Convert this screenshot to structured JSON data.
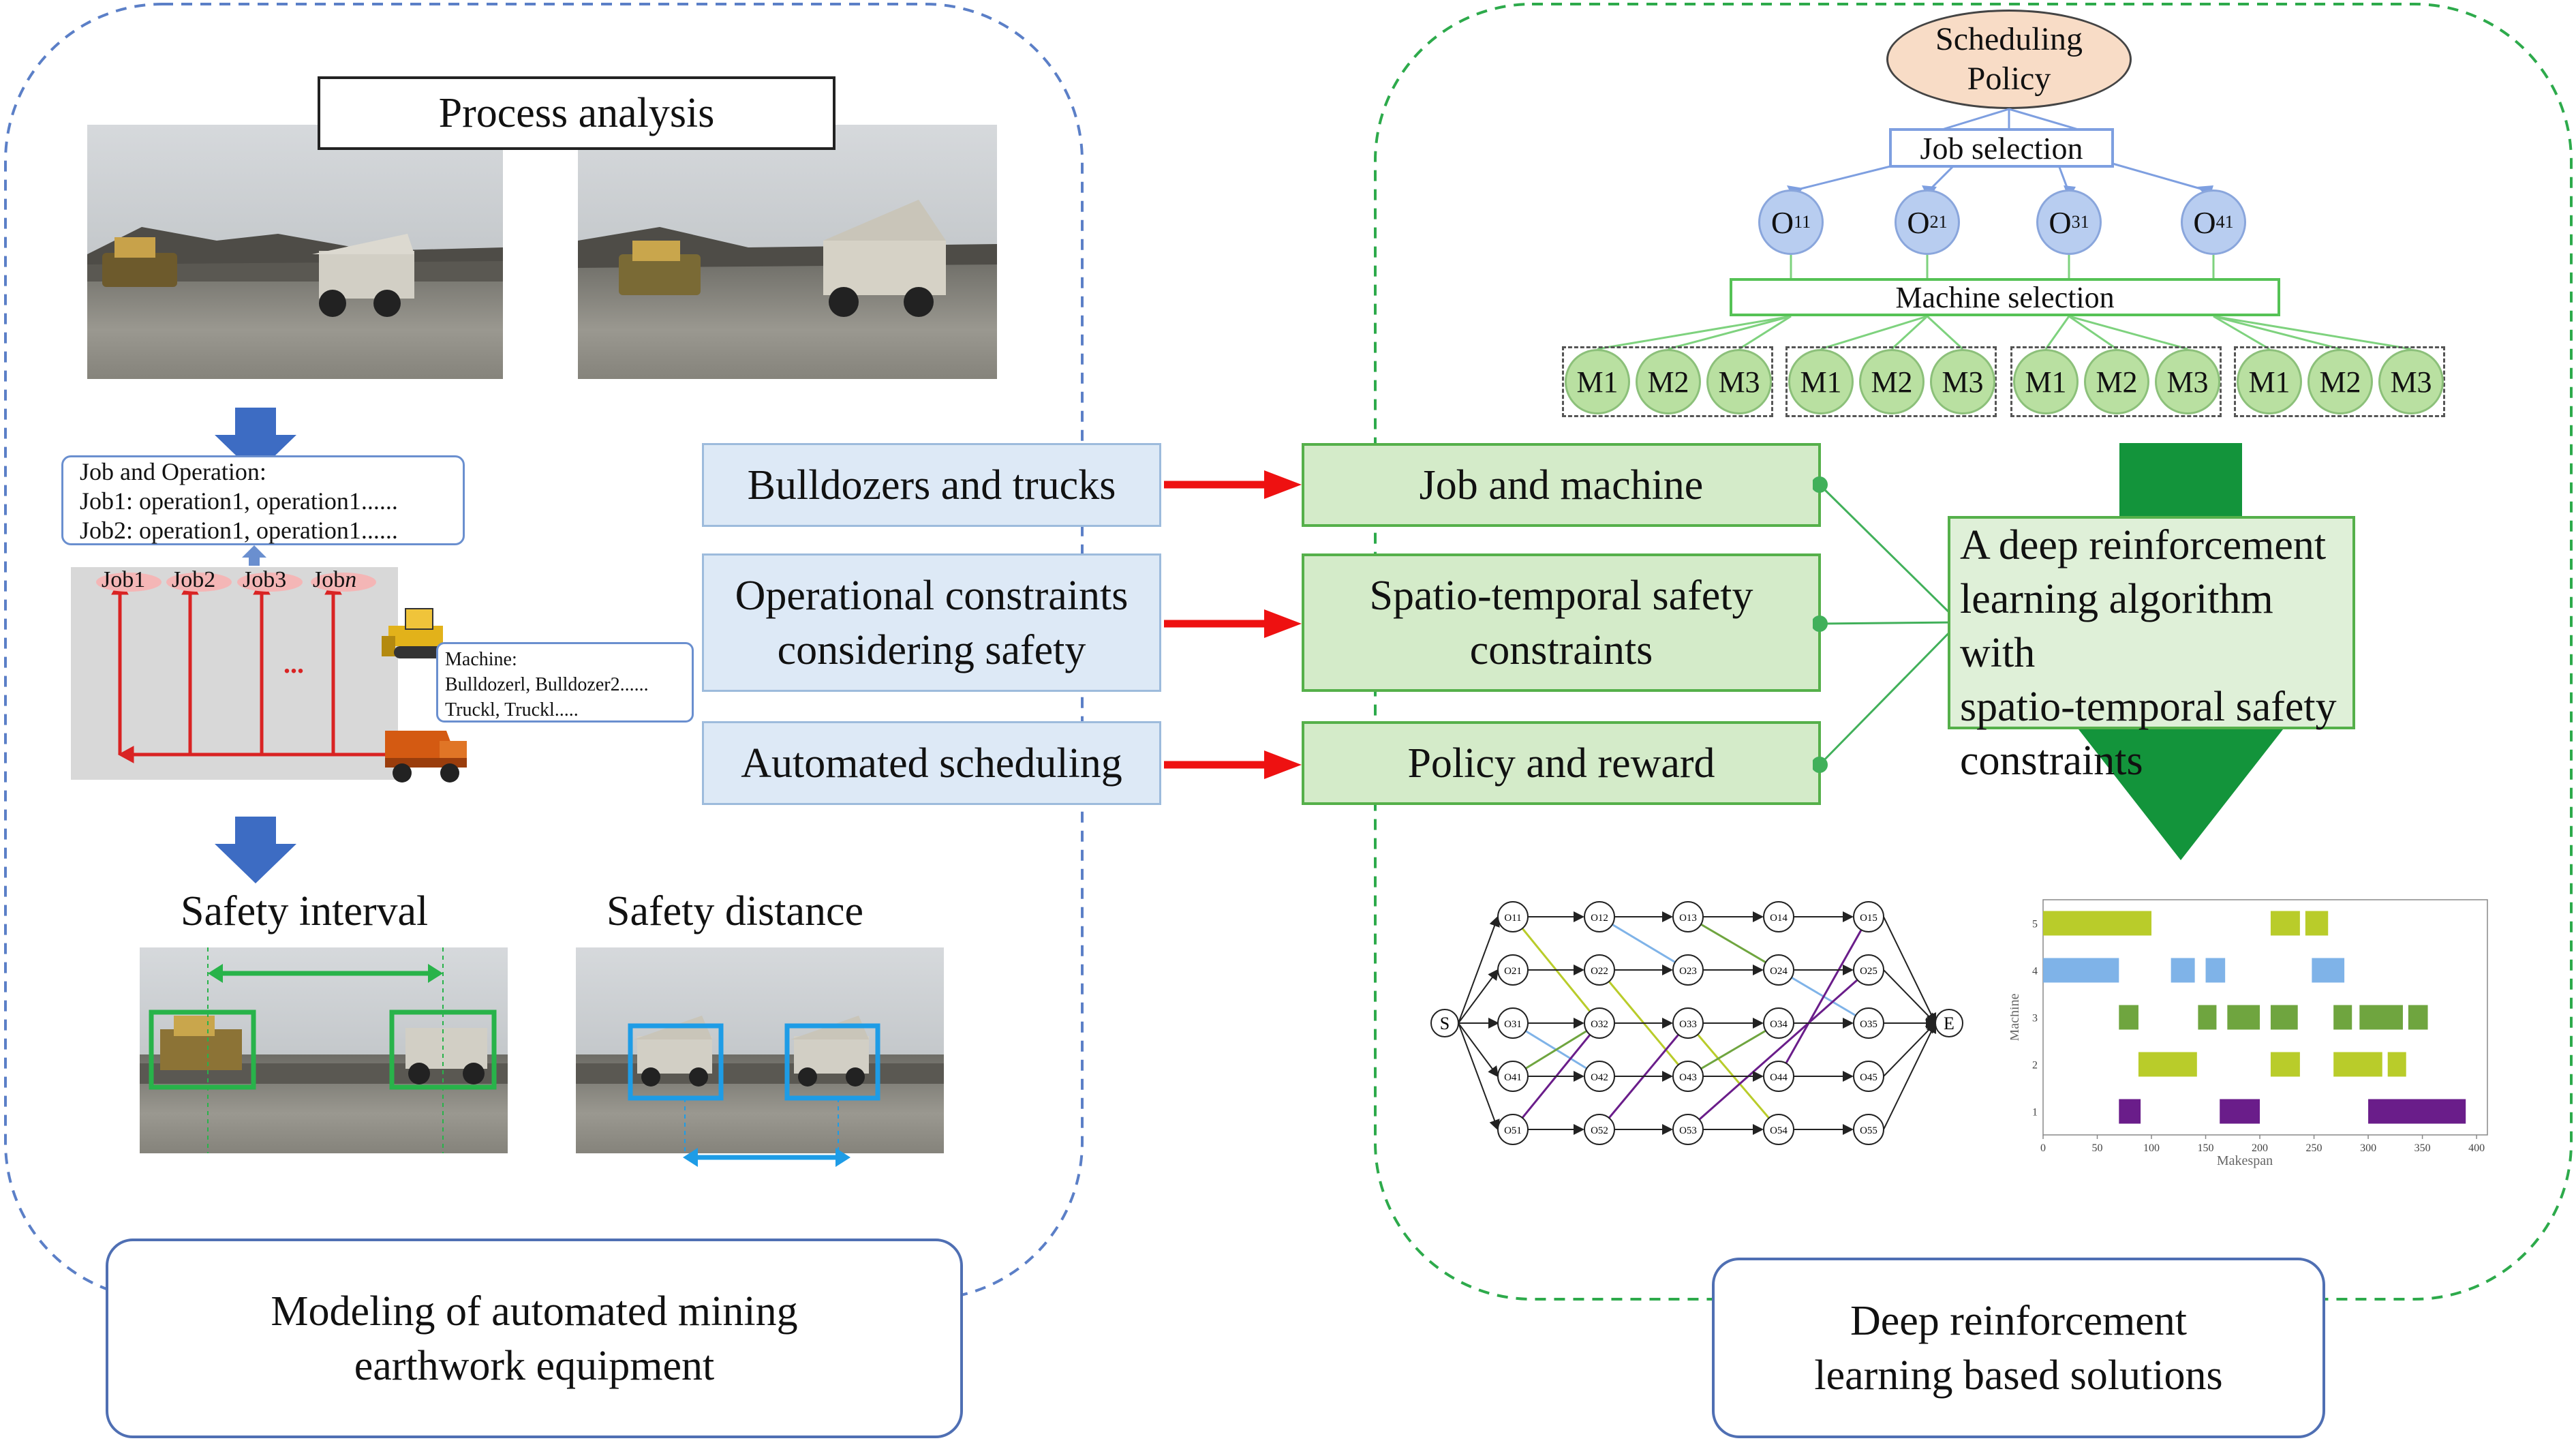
{
  "left_panel": {
    "process_analysis": "Process analysis",
    "job_operation": {
      "title": "Job and Operation:",
      "line1": "Job1: operation1, operation1......",
      "line2": "Job2: operation1, operation1......"
    },
    "job_labels": [
      "Job1",
      "Job2",
      "Job3",
      "Job"
    ],
    "job_n": "n",
    "ellipsis": "...",
    "machine": {
      "title": "Machine:",
      "line1": "Bulldozerl, Bulldozer2......",
      "line2": "Truckl, Truckl....."
    },
    "safety_interval": "Safety interval",
    "safety_distance": "Safety distance",
    "footer_line1": "Modeling of automated mining",
    "footer_line2": "earthwork equipment"
  },
  "middle": {
    "blue_boxes": [
      {
        "line1": "Bulldozers and trucks",
        "line2": ""
      },
      {
        "line1": "Operational constraints",
        "line2": "considering safety"
      },
      {
        "line1": "Automated scheduling",
        "line2": ""
      }
    ],
    "green_boxes": [
      {
        "line1": "Job and machine",
        "line2": ""
      },
      {
        "line1": "Spatio-temporal safety",
        "line2": "constraints"
      },
      {
        "line1": "Policy and reward",
        "line2": ""
      }
    ]
  },
  "right_panel": {
    "policy_line1": "Scheduling",
    "policy_line2": "Policy",
    "job_selection": "Job selection",
    "operations": [
      {
        "base": "O",
        "sub": "11"
      },
      {
        "base": "O",
        "sub": "21"
      },
      {
        "base": "O",
        "sub": "31"
      },
      {
        "base": "O",
        "sub": "41"
      }
    ],
    "machine_selection": "Machine selection",
    "machines": [
      "M1",
      "M2",
      "M3"
    ],
    "drl_lines": [
      "A deep reinforcement",
      "learning algorithm with",
      "spatio-temporal safety",
      "constraints"
    ],
    "footer_line1": "Deep reinforcement",
    "footer_line2": "learning based solutions"
  },
  "graph": {
    "start": "S",
    "end": "E",
    "rows": [
      [
        "O11",
        "O12",
        "O13",
        "O14",
        "O15"
      ],
      [
        "O21",
        "O22",
        "O23",
        "O24",
        "O25"
      ],
      [
        "O31",
        "O32",
        "O33",
        "O34",
        "O35"
      ],
      [
        "O41",
        "O42",
        "O43",
        "O44",
        "O45"
      ],
      [
        "O51",
        "O52",
        "O53",
        "O54",
        "O55"
      ]
    ]
  },
  "gantt": {
    "ylabel": "Machine",
    "xlabel": "Makespan",
    "yticks": [
      "5",
      "4",
      "3",
      "2",
      "1"
    ],
    "xticks": [
      "0",
      "50",
      "100",
      "150",
      "200",
      "250",
      "300",
      "350",
      "400"
    ],
    "xlim": [
      0,
      410
    ],
    "bars": [
      {
        "machine": 5,
        "start": 0,
        "end": 100,
        "color": "#b9cc2a"
      },
      {
        "machine": 5,
        "start": 210,
        "end": 237,
        "color": "#b9cc2a"
      },
      {
        "machine": 5,
        "start": 242,
        "end": 263,
        "color": "#b9cc2a"
      },
      {
        "machine": 4,
        "start": 0,
        "end": 70,
        "color": "#7fb3e8"
      },
      {
        "machine": 4,
        "start": 118,
        "end": 140,
        "color": "#7fb3e8"
      },
      {
        "machine": 4,
        "start": 150,
        "end": 168,
        "color": "#7fb3e8"
      },
      {
        "machine": 4,
        "start": 248,
        "end": 278,
        "color": "#7fb3e8"
      },
      {
        "machine": 3,
        "start": 70,
        "end": 88,
        "color": "#6fa53f"
      },
      {
        "machine": 3,
        "start": 143,
        "end": 160,
        "color": "#6fa53f"
      },
      {
        "machine": 3,
        "start": 170,
        "end": 200,
        "color": "#6fa53f"
      },
      {
        "machine": 3,
        "start": 210,
        "end": 235,
        "color": "#6fa53f"
      },
      {
        "machine": 3,
        "start": 268,
        "end": 285,
        "color": "#6fa53f"
      },
      {
        "machine": 3,
        "start": 292,
        "end": 332,
        "color": "#6fa53f"
      },
      {
        "machine": 3,
        "start": 337,
        "end": 355,
        "color": "#6fa53f"
      },
      {
        "machine": 2,
        "start": 88,
        "end": 142,
        "color": "#b9cc2a"
      },
      {
        "machine": 2,
        "start": 210,
        "end": 237,
        "color": "#b9cc2a"
      },
      {
        "machine": 2,
        "start": 268,
        "end": 313,
        "color": "#b9cc2a"
      },
      {
        "machine": 2,
        "start": 318,
        "end": 335,
        "color": "#b9cc2a"
      },
      {
        "machine": 1,
        "start": 70,
        "end": 90,
        "color": "#6a1d8a"
      },
      {
        "machine": 1,
        "start": 163,
        "end": 200,
        "color": "#6a1d8a"
      },
      {
        "machine": 1,
        "start": 300,
        "end": 390,
        "color": "#6a1d8a"
      }
    ]
  },
  "colors": {
    "blue_dash": "#5b7fc7",
    "green_dash": "#2daa4b",
    "red_arrow": "#ee1111",
    "connector_green": "#41b05a",
    "job_arrow_red": "#d92323",
    "down_arrow_blue": "#3d6cc3",
    "big_green_arrow": "#13943b",
    "policy_fill": "#f8dcc6",
    "op_node_fill": "#b8cdf0",
    "machine_node_fill": "#b9e0a1"
  }
}
